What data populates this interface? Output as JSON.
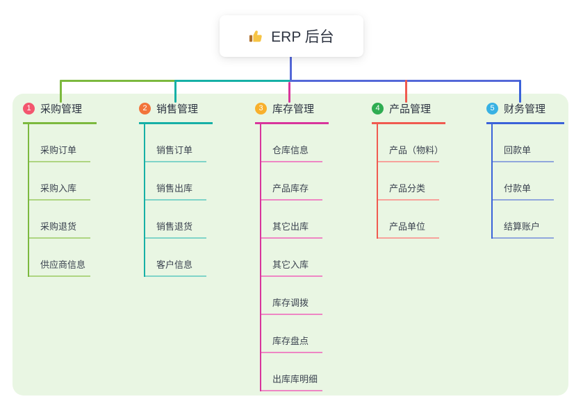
{
  "root": {
    "label": "ERP 后台",
    "icon": "thumbs-up"
  },
  "colors": {
    "stem": "#5468d8",
    "canvas_bg": "#e9f6e3",
    "root_bg": "#ffffff",
    "title_text": "#2b3240",
    "item_text": "#3b4350"
  },
  "branches": [
    {
      "index": "1",
      "label": "采购管理",
      "colors": {
        "badge": "#f3566e",
        "line": "#7cb93e",
        "line_light": "#aed581"
      },
      "children": [
        "采购订单",
        "采购入库",
        "采购退货",
        "供应商信息"
      ]
    },
    {
      "index": "2",
      "label": "销售管理",
      "colors": {
        "badge": "#f2743b",
        "line": "#16b0a6",
        "line_light": "#7fd4c8"
      },
      "children": [
        "销售订单",
        "销售出库",
        "销售退货",
        "客户信息"
      ]
    },
    {
      "index": "3",
      "label": "库存管理",
      "colors": {
        "badge": "#f8b02c",
        "line": "#d8359c",
        "line_light": "#ee86c4"
      },
      "children": [
        "仓库信息",
        "产品库存",
        "其它出库",
        "其它入库",
        "库存调拨",
        "库存盘点",
        "出库库明细"
      ]
    },
    {
      "index": "4",
      "label": "产品管理",
      "colors": {
        "badge": "#2fac52",
        "line": "#f05a50",
        "line_light": "#f7a29b"
      },
      "children": [
        "产品（物料）",
        "产品分类",
        "产品单位"
      ]
    },
    {
      "index": "5",
      "label": "财务管理",
      "colors": {
        "badge": "#38b1e3",
        "line": "#3a62d9",
        "line_light": "#90a6dc"
      },
      "children": [
        "回款单",
        "付款单",
        "结算账户"
      ]
    }
  ]
}
